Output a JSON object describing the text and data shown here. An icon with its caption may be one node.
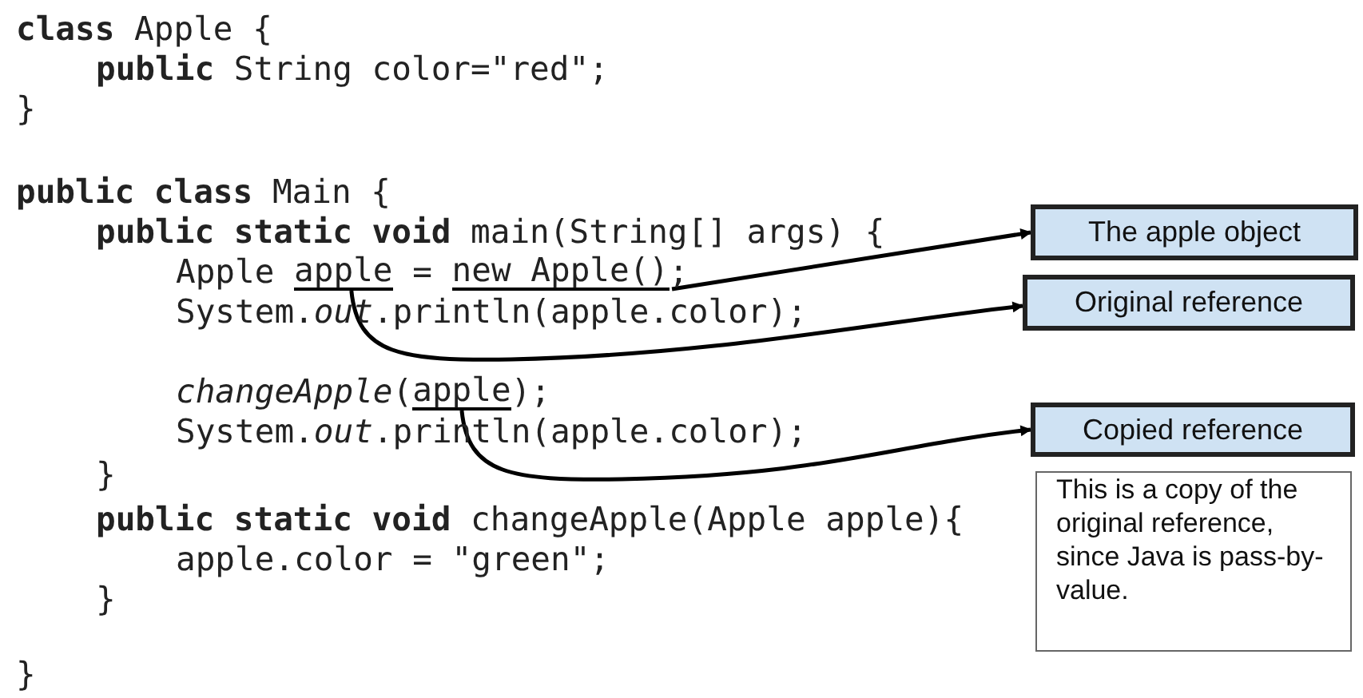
{
  "diagram": {
    "nodes": [
      {
        "text": [
          "apple"
        ]
      },
      {
        "text": [
          "new Apple()"
        ]
      },
      {
        "text": [
          "The apple object"
        ]
      },
      {
        "text": [
          "Original reference"
        ]
      },
      {
        "text": [
          "apple"
        ]
      },
      {
        "text": [
          "Copied reference"
        ]
      },
      {
        "text": [
          "This is a copy of the original reference, since Java is pass-by-value."
        ]
      }
    ],
    "edges": [
      {
        "from": 1,
        "to": 2,
        "arrow": "to"
      },
      {
        "from": 0,
        "to": 3,
        "arrow": "to"
      },
      {
        "from": 4,
        "to": 5,
        "arrow": "to"
      }
    ],
    "labels": [
      "**class** Apple {",
      "**public** String color=\"red\";",
      "}",
      "**public class** Main {",
      "**public static void** main(String[] args) {",
      "Apple",
      "=",
      ";",
      "System.*out*.println(apple.color);",
      "*changeApple*(",
      ");",
      "System.*out*.println(apple.color);",
      "}",
      "**public static void** changeApple(Apple apple){",
      "apple.color = \"green\";",
      "}",
      "}"
    ]
  }
}
